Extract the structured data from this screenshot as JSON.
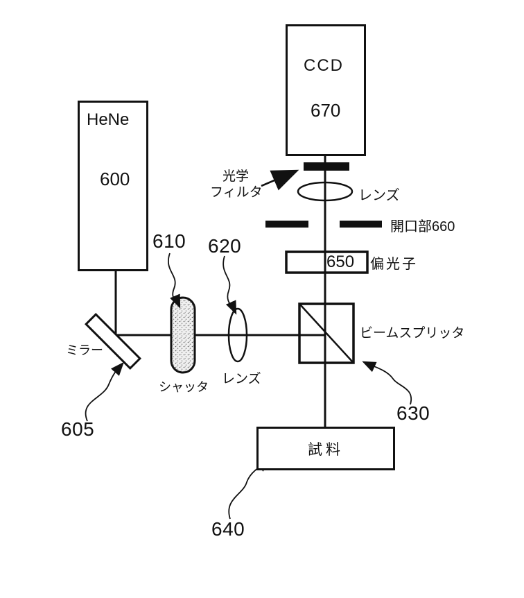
{
  "figure": {
    "background": "#ffffff",
    "line_color": "#111111"
  },
  "components": {
    "laser": {
      "label": "HeNe",
      "ref": "600"
    },
    "mirror": {
      "label": "ミラー",
      "ref": "605"
    },
    "shutter": {
      "label": "シャッタ",
      "ref": "610"
    },
    "beam_lens": {
      "label": "レンズ",
      "ref": "620"
    },
    "beam_splitter": {
      "label": "ビームスプリッタ",
      "ref": "630"
    },
    "sample": {
      "label": "試料",
      "ref": "640"
    },
    "polarizer": {
      "label": "偏光子",
      "ref": "650"
    },
    "aperture": {
      "label": "開口部660"
    },
    "optical_filter": {
      "label_line1": "光学",
      "label_line2": "フィルタ"
    },
    "imaging_lens": {
      "label": "レンズ"
    },
    "ccd": {
      "label": "CCD",
      "ref": "670"
    }
  }
}
